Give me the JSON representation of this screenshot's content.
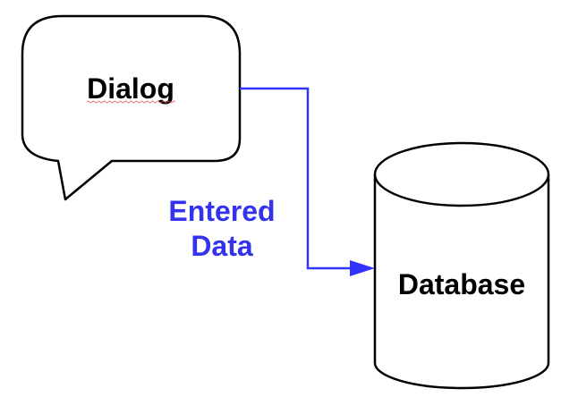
{
  "diagram": {
    "nodes": [
      {
        "id": "dialog",
        "shape": "speech-bubble",
        "label": "Dialog",
        "spellcheck_underline": true
      },
      {
        "id": "database",
        "shape": "cylinder",
        "label": "Database"
      }
    ],
    "edges": [
      {
        "from": "dialog",
        "to": "database",
        "style": "elbow",
        "arrowhead": "filled-triangle",
        "label_lines": [
          "Entered",
          "Data"
        ]
      }
    ],
    "colors": {
      "connector": "#3333ff",
      "edge_label": "#3333ee",
      "outline": "#000000",
      "spellcheck": "#e05050"
    }
  }
}
